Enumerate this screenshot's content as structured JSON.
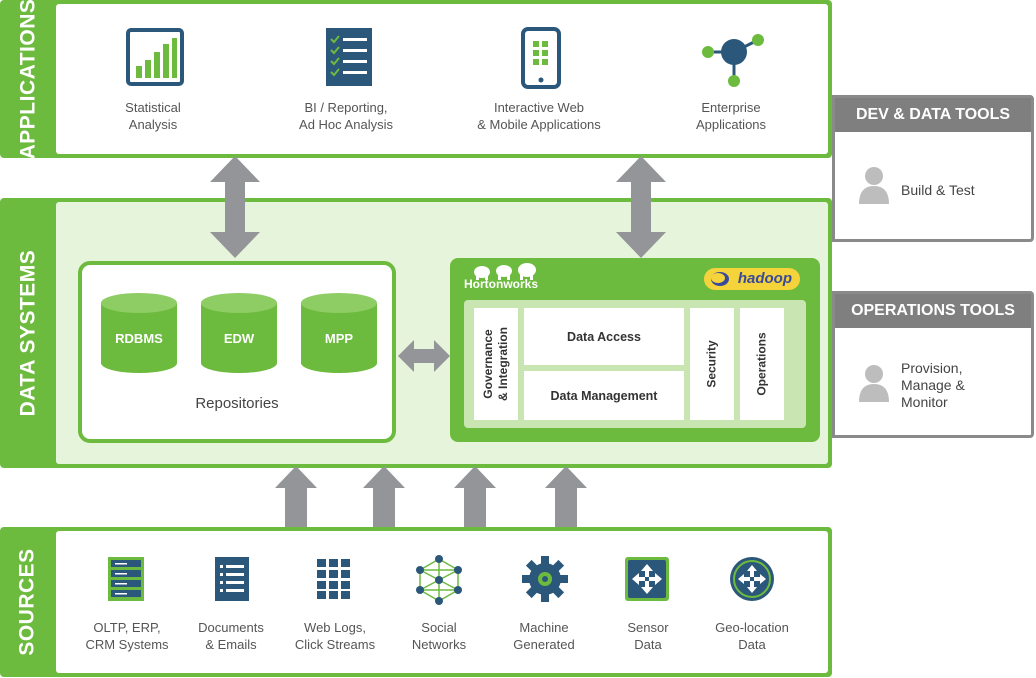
{
  "applications": {
    "title": "APPLICATIONS",
    "items": [
      {
        "line1": "Statistical",
        "line2": "Analysis",
        "icon": "bar-chart-icon"
      },
      {
        "line1": "BI / Reporting,",
        "line2": "Ad Hoc Analysis",
        "icon": "checklist-icon"
      },
      {
        "line1": "Interactive Web",
        "line2": "& Mobile Applications",
        "icon": "mobile-phone-icon"
      },
      {
        "line1": "Enterprise",
        "line2": "Applications",
        "icon": "network-node-icon"
      }
    ]
  },
  "data_systems": {
    "title": "DATA SYSTEMS",
    "repositories": {
      "label": "Repositories",
      "items": [
        "RDBMS",
        "EDW",
        "MPP"
      ]
    },
    "hortonworks": {
      "brand": "Hortonworks",
      "hadoop": "hadoop",
      "governance": [
        "Governance",
        "& Integration"
      ],
      "data_access": "Data Access",
      "data_management": "Data Management",
      "security": "Security",
      "operations": "Operations"
    }
  },
  "dev_tools": {
    "title": "DEV & DATA TOOLS",
    "lines": [
      "Build & Test"
    ]
  },
  "ops_tools": {
    "title": "OPERATIONS TOOLS",
    "lines": [
      "Provision,",
      "Manage &",
      "Monitor"
    ]
  },
  "sources": {
    "title": "SOURCES",
    "items": [
      {
        "line1": "OLTP, ERP,",
        "line2": "CRM Systems",
        "icon": "server-icon"
      },
      {
        "line1": "Documents",
        "line2": "& Emails",
        "icon": "document-icon"
      },
      {
        "line1": "Web Logs,",
        "line2": "Click Streams",
        "icon": "grid-icon"
      },
      {
        "line1": "Social",
        "line2": "Networks",
        "icon": "social-network-icon"
      },
      {
        "line1": "Machine",
        "line2": "Generated",
        "icon": "gear-icon"
      },
      {
        "line1": "Sensor",
        "line2": "Data",
        "icon": "sensor-icon"
      },
      {
        "line1": "Geo-location",
        "line2": "Data",
        "icon": "geolocation-icon"
      }
    ]
  },
  "colors": {
    "green": "#6dbb3e",
    "light_green": "#e6f4dc",
    "navy": "#2b587a",
    "gray_arrow": "#939598",
    "tool_gray": "#7f7f7f"
  }
}
